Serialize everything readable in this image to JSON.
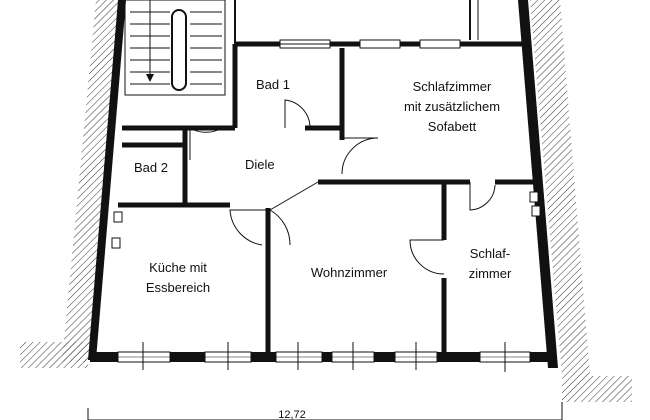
{
  "rooms": {
    "bad1": "Bad 1",
    "schlafzimmer_sofabett": [
      "Schlafzimmer",
      "mit zusätzlichem",
      "Sofabett"
    ],
    "bad2": "Bad 2",
    "diele": "Diele",
    "kueche": [
      "Küche mit",
      "Essbereich"
    ],
    "wohnzimmer": "Wohnzimmer",
    "schlafzimmer2": [
      "Schlaf-",
      "zimmer"
    ]
  },
  "dimension": "12,72",
  "colors": {
    "wall": "#111111",
    "hatch": "#333333",
    "background": "#ffffff"
  }
}
